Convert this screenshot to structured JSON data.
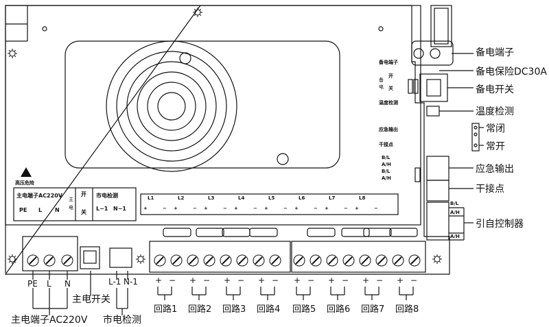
{
  "right_labels": {
    "battery_terminal": "备电端子",
    "battery_fuse": "备电保险DC30A",
    "battery_switch": "备电开关",
    "temp_detect": "温度检测",
    "normally_closed": "常闭",
    "normally_open": "常开",
    "emergency_output": "应急输出",
    "dry_contact": "干接点",
    "self_control": "引自控制器"
  },
  "bottom_labels": {
    "pe": "PE",
    "l": "L",
    "n": "N",
    "l1": "L-1",
    "n1": "N-1",
    "main_switch": "主电开关",
    "main_terminal": "主电端子AC220V",
    "mains_detect": "市电检测",
    "circuits": [
      "回路1",
      "回路2",
      "回路3",
      "回路4",
      "回路5",
      "回路6",
      "回路7",
      "回路8"
    ],
    "plus": "+",
    "minus": "−"
  },
  "board_labels": {
    "main_terminal": "主电端子AC220V",
    "pe": "PE",
    "l": "L",
    "n": "N",
    "main_small": "主",
    "elec_small": "电",
    "open": "开",
    "close": "关",
    "mains_detect": "市电检测",
    "l1": "L−1",
    "n1": "N−1",
    "high_voltage": "高压危险",
    "channels": [
      "L1",
      "L2",
      "L3",
      "L4",
      "L5",
      "L6",
      "L7",
      "L8"
    ],
    "battery_terminal": "备电端子",
    "battery_small": "备",
    "elec2_small": "电",
    "switch_open": "开",
    "switch_close": "关",
    "temp_detect": "温度检测",
    "emergency_out": "应急输出",
    "dry_contact": "干接点",
    "bl": "B/L",
    "ah": "A/H",
    "bl2": "B/L",
    "ah2": "A/H",
    "plus": "+",
    "minus": "−"
  },
  "connector_labels": {
    "bl": "B/L",
    "ah": "A/H",
    "ah2": "A/H"
  }
}
